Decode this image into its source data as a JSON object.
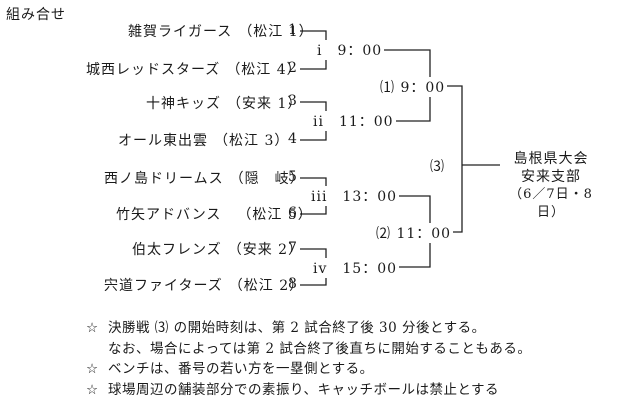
{
  "heading": "組み合せ",
  "teams": [
    {
      "name": "雑賀ライガース",
      "region": "（松江 1）",
      "number": "1"
    },
    {
      "name": "城西レッドスターズ",
      "region": "（松江 4）",
      "number": "2"
    },
    {
      "name": "十神キッズ",
      "region": "（安来 1）",
      "number": "3"
    },
    {
      "name": "オール東出雲",
      "region": "（松江 3）",
      "number": "4"
    },
    {
      "name": "西ノ島ドリームス",
      "region": "（隠　岐）",
      "number": "5"
    },
    {
      "name": "竹矢アドバンス",
      "region": "（松江 5）",
      "number": "6"
    },
    {
      "name": "伯太フレンズ",
      "region": "（安来 2）",
      "number": "7"
    },
    {
      "name": "宍道ファイターズ",
      "region": "（松江 2）",
      "number": "8"
    }
  ],
  "round1": [
    {
      "label": "i　9：00"
    },
    {
      "label": "ii　11：00"
    },
    {
      "label": "iii　13：00"
    },
    {
      "label": "iv　15：00"
    }
  ],
  "round2": [
    {
      "label": "⑴ 9：00"
    },
    {
      "label": "⑵ 11：00"
    }
  ],
  "final": {
    "label": "⑶"
  },
  "result": {
    "line1": "島根県大会",
    "line2": "安来支部",
    "line3": "（6／7日・8日）"
  },
  "notes": [
    {
      "marker": "☆",
      "text": "決勝戦 ⑶ の開始時刻は、第 2 試合終了後 30 分後とする。"
    },
    {
      "marker": "",
      "text": "なお、場合によっては第 2 試合終了後直ちに開始することもある。"
    },
    {
      "marker": "☆",
      "text": "ベンチは、番号の若い方を一塁側とする。"
    },
    {
      "marker": "☆",
      "text": "球場周辺の舗装部分での素振り、キャッチボールは禁止とする"
    }
  ]
}
